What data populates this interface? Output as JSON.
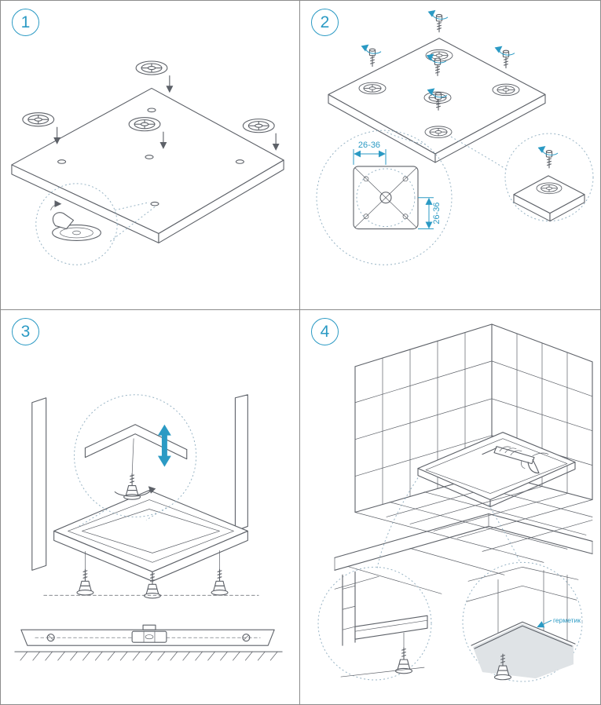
{
  "diagram_title": "shower-tray-installation-instructions",
  "colors": {
    "accent_blue": "#2b9ac4",
    "line_gray": "#5d6168",
    "detail_dotted": "#97b3c4",
    "surface_gray": "#dfe3e6",
    "grid_border": "#8c8c8c",
    "background": "#ffffff"
  },
  "panels": [
    {
      "step_number": "1"
    },
    {
      "step_number": "2",
      "dimensions": {
        "horizontal": "26-36",
        "vertical": "26-36"
      }
    },
    {
      "step_number": "3"
    },
    {
      "step_number": "4",
      "sealant_label": "герметик"
    }
  ]
}
